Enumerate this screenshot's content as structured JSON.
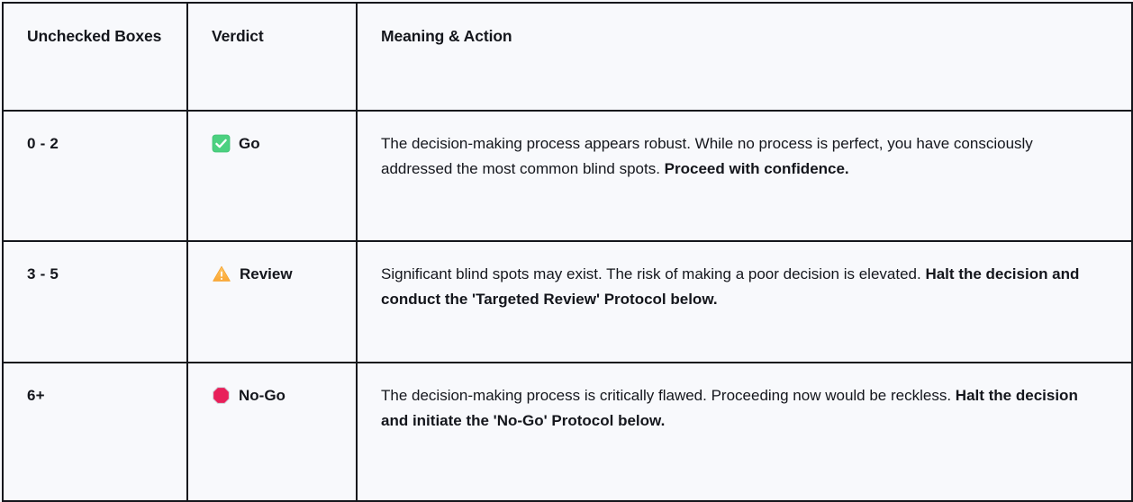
{
  "table": {
    "headers": [
      {
        "label": "Unchecked Boxes"
      },
      {
        "label": "Verdict"
      },
      {
        "label": "Meaning & Action"
      }
    ],
    "rows": [
      {
        "boxes": "0 - 2",
        "verdict_icon": "white-heavy-check-mark-icon",
        "verdict_icon_color": "#4cd180",
        "verdict": "Go",
        "meaning_plain_1": "The decision-making process appears robust. While no process is perfect, you have consciously addressed the most common blind spots. ",
        "meaning_bold": "Proceed with confidence.",
        "meaning_plain_2": ""
      },
      {
        "boxes": "3 - 5",
        "verdict_icon": "warning-triangle-icon",
        "verdict_icon_color": "#fcb040",
        "verdict": "Review",
        "meaning_plain_1": "Significant blind spots may exist. The risk of making a poor decision is elevated. ",
        "meaning_bold": "Halt the decision and conduct the 'Targeted Review' Protocol below.",
        "meaning_plain_2": ""
      },
      {
        "boxes": "6+",
        "verdict_icon": "octagonal-stop-sign-icon",
        "verdict_icon_color": "#e8205a",
        "verdict": "No-Go",
        "meaning_plain_1": "The decision-making process is critically flawed. Proceeding now would be reckless. ",
        "meaning_bold": "Halt the decision and initiate the 'No-Go' Protocol below.",
        "meaning_plain_2": ""
      }
    ]
  },
  "colors": {
    "page_background": "#f8f9fc",
    "border": "#14161c",
    "heading_text": "#14161c",
    "body_text": "#4b5160",
    "go_green": "#4cd180",
    "review_amber": "#fcb040",
    "nogo_red": "#e8205a"
  }
}
